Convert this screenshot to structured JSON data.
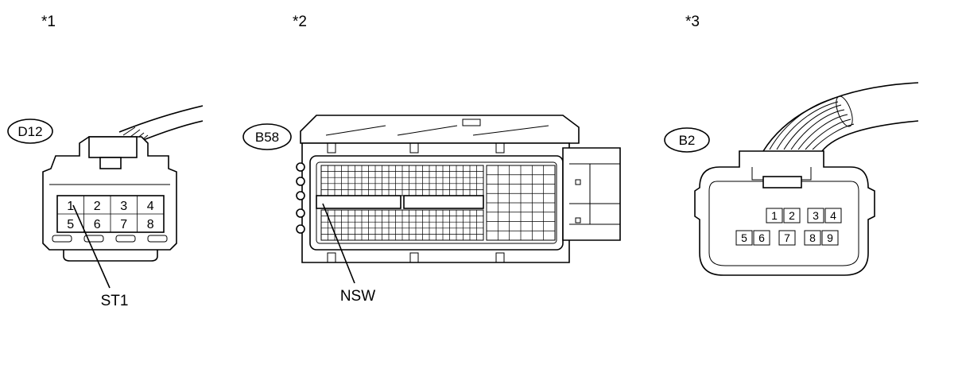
{
  "connectors": [
    {
      "ref_mark": "*1",
      "code": "D12",
      "pins": [
        "1",
        "2",
        "3",
        "4",
        "5",
        "6",
        "7",
        "8"
      ],
      "callout": "ST1"
    },
    {
      "ref_mark": "*2",
      "code": "B58",
      "callout": "NSW"
    },
    {
      "ref_mark": "*3",
      "code": "B2",
      "pins": [
        "1",
        "2",
        "3",
        "4",
        "5",
        "6",
        "7",
        "8",
        "9"
      ]
    }
  ]
}
